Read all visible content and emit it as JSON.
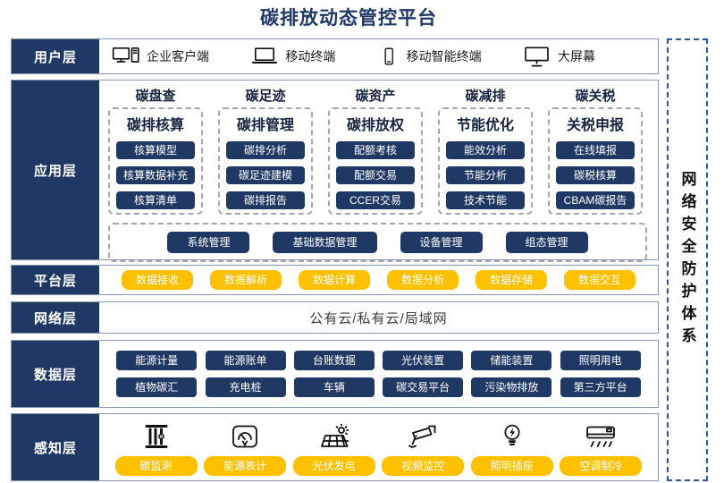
{
  "title": "碳排放动态管控平台",
  "colors": {
    "navy": "#1F3864",
    "orange": "#FFC000",
    "box_border": "#8496B0",
    "dashed_gray": "#A6A6A6",
    "security_border": "#2F5597",
    "title_color": "#1F3864"
  },
  "security": {
    "label": "网络安全防护体系"
  },
  "layers": {
    "user": {
      "label": "用户层",
      "items": [
        {
          "icon": "desktop-pc-icon",
          "label": "企业客户端"
        },
        {
          "icon": "laptop-icon",
          "label": "移动终端"
        },
        {
          "icon": "smartphone-icon",
          "label": "移动智能终端"
        },
        {
          "icon": "large-screen-icon",
          "label": "大屏幕"
        }
      ]
    },
    "app": {
      "label": "应用层",
      "columns": [
        {
          "title": "碳盘查",
          "subtitle": "碳排核算",
          "items": [
            "核算模型",
            "核算数据补充",
            "核算清单"
          ]
        },
        {
          "title": "碳足迹",
          "subtitle": "碳排管理",
          "items": [
            "碳排分析",
            "碳足迹建模",
            "碳排报告"
          ]
        },
        {
          "title": "碳资产",
          "subtitle": "碳排放权",
          "items": [
            "配额考核",
            "配额交易",
            "CCER交易"
          ]
        },
        {
          "title": "碳减排",
          "subtitle": "节能优化",
          "items": [
            "能效分析",
            "节能分析",
            "技术节能"
          ]
        },
        {
          "title": "碳关税",
          "subtitle": "关税申报",
          "items": [
            "在线填报",
            "碳税核算",
            "CBAM碳报告"
          ]
        }
      ],
      "common": [
        "系统管理",
        "基础数据管理",
        "设备管理",
        "组态管理"
      ]
    },
    "platform": {
      "label": "平台层",
      "items": [
        "数据接收",
        "数据解析",
        "数据计算",
        "数据分析",
        "数据存储",
        "数据交互"
      ]
    },
    "network": {
      "label": "网络层",
      "text": "公有云/私有云/局域网"
    },
    "data": {
      "label": "数据层",
      "rows": [
        [
          "能源计量",
          "能源账单",
          "台账数据",
          "光伏装置",
          "储能装置",
          "照明用电"
        ],
        [
          "植物碳汇",
          "充电桩",
          "车辆",
          "碳交易平台",
          "污染物排放",
          "第三方平台"
        ]
      ]
    },
    "sense": {
      "label": "感知层",
      "items": [
        {
          "icon": "carbon-monitor-icon",
          "label": "碳监测"
        },
        {
          "icon": "energy-meter-icon",
          "label": "能源表计"
        },
        {
          "icon": "solar-pv-icon",
          "label": "光伏发电"
        },
        {
          "icon": "cctv-camera-icon",
          "label": "视频监控"
        },
        {
          "icon": "light-bulb-icon",
          "label": "照明插座"
        },
        {
          "icon": "air-conditioner-icon",
          "label": "空调制冷"
        }
      ]
    }
  }
}
